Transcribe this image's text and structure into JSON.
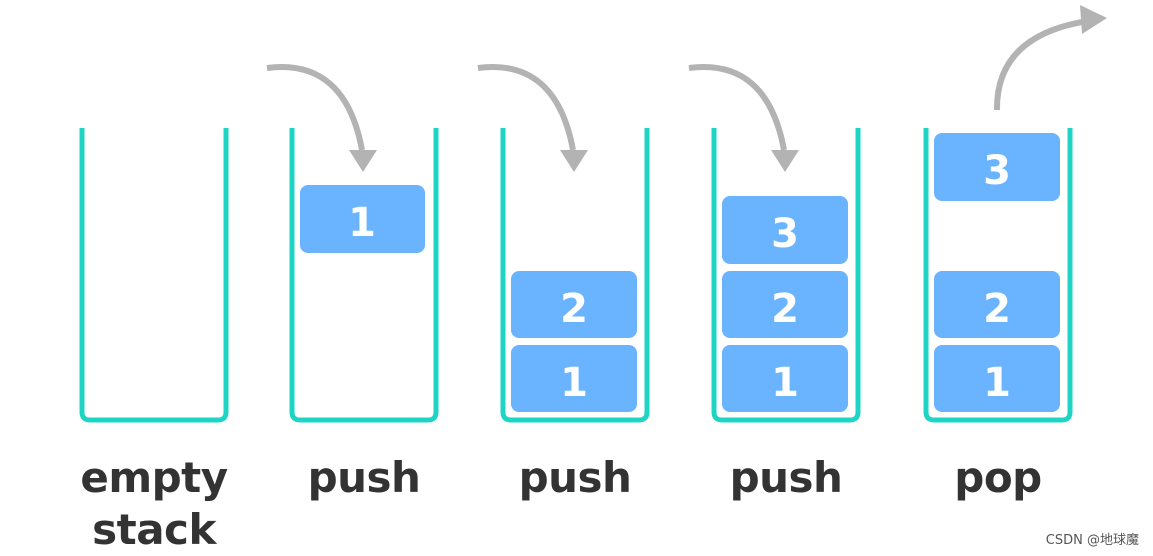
{
  "colors": {
    "container": "#1ed4c4",
    "block_fill": "#6ab3ff",
    "block_text": "#ffffff",
    "arrow": "#b3b3b3",
    "label": "#333333"
  },
  "stacks": [
    {
      "label_line1": "empty",
      "label_line2": "stack",
      "items": [],
      "arrow": "none"
    },
    {
      "label_line1": "push",
      "label_line2": "",
      "items": [
        "1"
      ],
      "arrow": "in"
    },
    {
      "label_line1": "push",
      "label_line2": "",
      "items": [
        "1",
        "2"
      ],
      "arrow": "in"
    },
    {
      "label_line1": "push",
      "label_line2": "",
      "items": [
        "1",
        "2",
        "3"
      ],
      "arrow": "in"
    },
    {
      "label_line1": "pop",
      "label_line2": "",
      "items": [
        "1",
        "2"
      ],
      "popped": "3",
      "arrow": "out"
    }
  ],
  "watermark": "CSDN @地球魔"
}
